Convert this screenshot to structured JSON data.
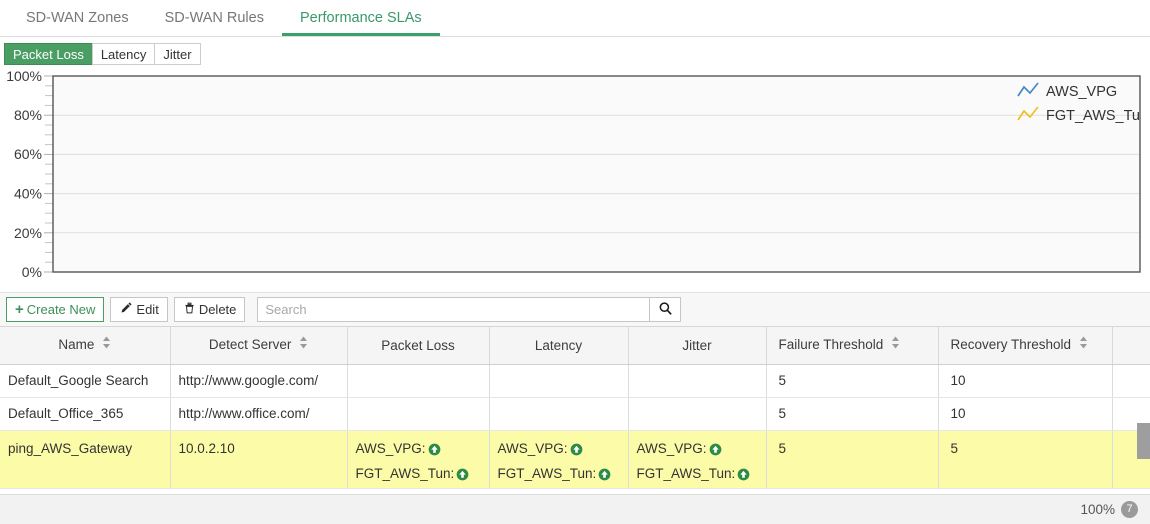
{
  "tabs": [
    {
      "label": "SD-WAN Zones",
      "active": false
    },
    {
      "label": "SD-WAN Rules",
      "active": false
    },
    {
      "label": "Performance SLAs",
      "active": true
    }
  ],
  "metric_tabs": [
    {
      "label": "Packet Loss",
      "active": true
    },
    {
      "label": "Latency",
      "active": false
    },
    {
      "label": "Jitter",
      "active": false
    }
  ],
  "chart_data": {
    "type": "line",
    "title": "",
    "xlabel": "",
    "ylabel": "",
    "ylim": [
      0,
      100
    ],
    "ytick_labels": [
      "100%",
      "80%",
      "60%",
      "40%",
      "20%",
      "0%"
    ],
    "ytick_values": [
      100,
      80,
      60,
      40,
      20,
      0
    ],
    "grid": true,
    "legend_position": "top-right",
    "legend": [
      {
        "name": "AWS_VPG",
        "color": "#4a86c8"
      },
      {
        "name": "FGT_AWS_Tu",
        "color": "#f0c020"
      }
    ],
    "series": [
      {
        "name": "AWS_VPG",
        "color": "#4a86c8",
        "values": []
      },
      {
        "name": "FGT_AWS_Tu",
        "color": "#f0c020",
        "values": []
      }
    ]
  },
  "toolbar": {
    "create_label": "Create New",
    "create_icon": "plus-icon",
    "edit_label": "Edit",
    "edit_icon": "pencil-icon",
    "delete_label": "Delete",
    "delete_icon": "trash-icon",
    "search_placeholder": "Search",
    "search_value": "",
    "search_icon": "magnifier-icon"
  },
  "table": {
    "columns": [
      {
        "label": "Name",
        "sortable": true
      },
      {
        "label": "Detect Server",
        "sortable": true
      },
      {
        "label": "Packet Loss",
        "sortable": false
      },
      {
        "label": "Latency",
        "sortable": false
      },
      {
        "label": "Jitter",
        "sortable": false
      },
      {
        "label": "Failure Threshold",
        "sortable": true
      },
      {
        "label": "Recovery Threshold",
        "sortable": true
      }
    ],
    "rows": [
      {
        "name": "Default_Google Search",
        "detect_server": "http://www.google.com/",
        "packet_loss": [],
        "latency": [],
        "jitter": [],
        "failure_threshold": "5",
        "recovery_threshold": "10",
        "selected": false
      },
      {
        "name": "Default_Office_365",
        "detect_server": "http://www.office.com/",
        "packet_loss": [],
        "latency": [],
        "jitter": [],
        "failure_threshold": "5",
        "recovery_threshold": "10",
        "selected": false
      },
      {
        "name": "ping_AWS_Gateway",
        "detect_server": "10.0.2.10",
        "packet_loss": [
          "AWS_VPG:",
          "FGT_AWS_Tun:"
        ],
        "latency": [
          "AWS_VPG:",
          "FGT_AWS_Tun:"
        ],
        "jitter": [
          "AWS_VPG:",
          "FGT_AWS_Tun:"
        ],
        "failure_threshold": "5",
        "recovery_threshold": "5",
        "selected": true
      }
    ]
  },
  "statusbar": {
    "zoom": "100%",
    "count": "7"
  },
  "colors": {
    "accent_green": "#4a9e63",
    "tab_active": "#39996b",
    "row_highlight": "#fbfba8",
    "status_up": "#2e8b45"
  }
}
